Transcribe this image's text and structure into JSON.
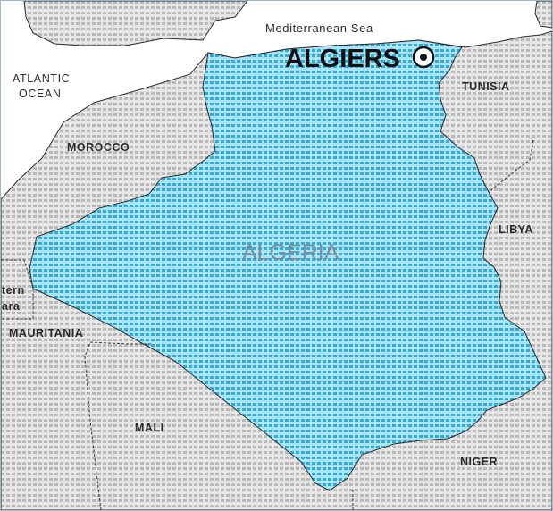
{
  "map": {
    "title_sea": "Mediterranean Sea",
    "capital": "ALGIERS",
    "main_country": "ALGERIA",
    "ocean": {
      "line1": "ATLANTIC",
      "line2": "OCEAN"
    },
    "neighbors": {
      "morocco": "MOROCCO",
      "tunisia": "TUNISIA",
      "libya": "LIBYA",
      "mauritania": "MAURITANIA",
      "mali": "MALI",
      "niger": "NIGER",
      "western_sahara_line1": "tern",
      "western_sahara_line2": "ara"
    }
  },
  "colors": {
    "highlight_fill": "#2aaee0",
    "highlight_pattern_light": "#aee2f5",
    "land_fill": "#bdbdbd",
    "land_pattern_light": "#e6e6e6",
    "border": "#2b2b2b",
    "frame": "#9bb9c6"
  },
  "icons": {
    "capital_marker": "capital-star-circle-icon"
  }
}
